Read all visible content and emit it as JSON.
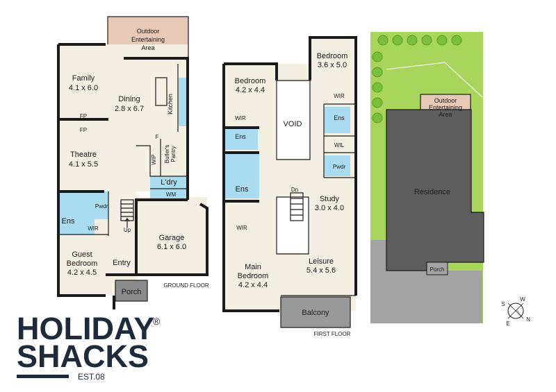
{
  "ground_floor": {
    "caption": "GROUND FLOOR",
    "rooms": {
      "outdoor_name": "Outdoor",
      "outdoor_name2": "Entertaining",
      "outdoor_name3": "Area",
      "family_name": "Family",
      "family_size": "4.1 x 6.0",
      "dining_name": "Dining",
      "dining_size": "2.8 x 6.7",
      "kitchen_name": "Kitchen",
      "fp1": "FP",
      "fp2": "FP",
      "theatre_name": "Theatre",
      "theatre_size": "4.1 x 5.5",
      "f_label": "F",
      "wip_label": "WIP",
      "butlers_label1": "Butler's",
      "butlers_label2": "Pantry",
      "laundry_label": "L'dry",
      "wm_label": "WM",
      "ens_label": "Ens",
      "pwdr_label": "Pwdr",
      "wir_label": "WIR",
      "up_label": "Up",
      "guest_name1": "Guest",
      "guest_name2": "Bedroom",
      "guest_size": "4.2 x 4.5",
      "entry_name": "Entry",
      "garage_name": "Garage",
      "garage_size": "6.1 x 6.0",
      "porch_name": "Porch"
    }
  },
  "first_floor": {
    "caption": "FIRST FLOOR",
    "rooms": {
      "bed1_name": "Bedroom",
      "bed1_size": "4.2 x 4.4",
      "bed2_name": "Bedroom",
      "bed2_size": "3.6 x 5.0",
      "void_label": "VOID",
      "wir1": "WIR",
      "wir2": "WIR",
      "wir3": "WIR",
      "ens1": "Ens",
      "ens2": "Ens",
      "ens3": "Ens",
      "wil_label": "WIL",
      "pwdr_label": "Pwdr",
      "dn_label": "Dn",
      "study_name": "Study",
      "study_size": "3.0 x 4.0",
      "leisure_name": "Leisure",
      "leisure_size": "5.4 x 5.6",
      "main_name1": "Main",
      "main_name2": "Bedroom",
      "main_size": "4.2 x 4.4",
      "balcony_name": "Balcony"
    }
  },
  "site_plan": {
    "outdoor1": "Outdoor",
    "outdoor2": "Entertaining",
    "outdoor3": "Area",
    "residence": "Residence",
    "porch": "Porch"
  },
  "compass": {
    "s": "S",
    "w": "W",
    "e": "E",
    "n": "N"
  },
  "brand": {
    "line1": "HOLIDAY",
    "line2": "SHACKS",
    "reg": "®",
    "est": "EST.08"
  },
  "colors": {
    "wall": "#1a1a1a",
    "floor": "#f4efe3",
    "wet_area": "#a9dcf0",
    "outdoor_tile": "#e7c9b7",
    "lawn": "#a8d55c",
    "residence": "#5e5e5e",
    "driveway": "#a3a3a3",
    "brand": "#1f2a3a"
  },
  "icons": [
    "compass-icon",
    "tree-icon",
    "stair-icon"
  ]
}
